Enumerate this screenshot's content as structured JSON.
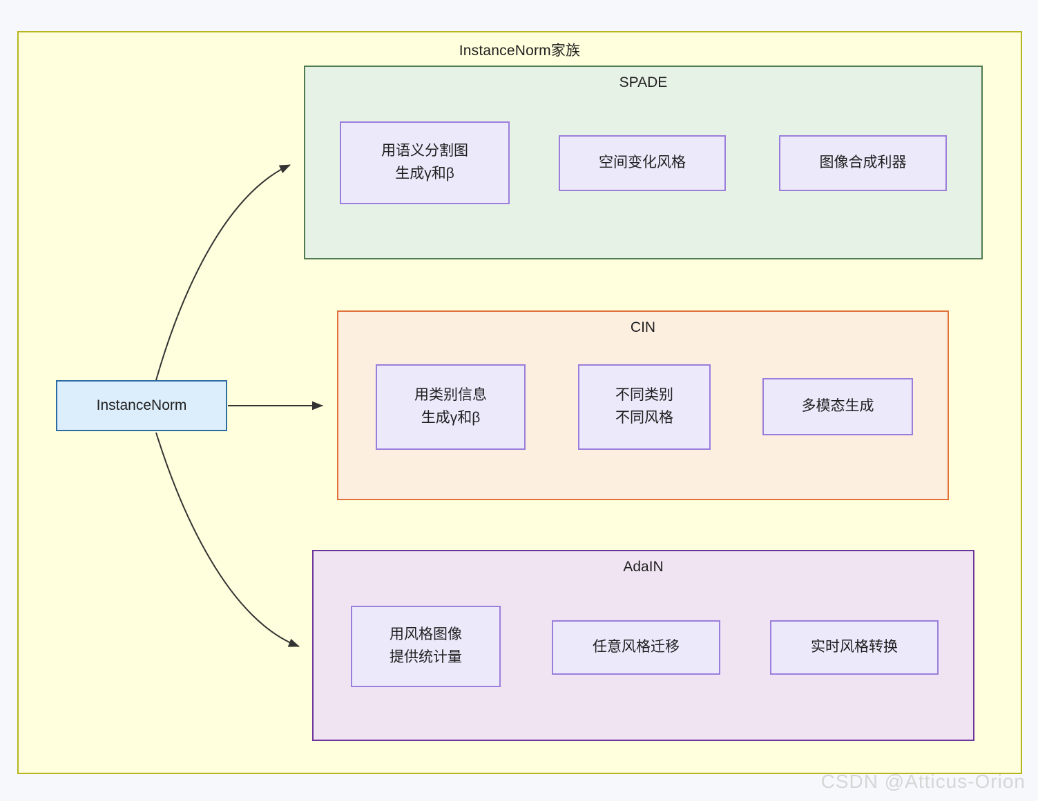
{
  "diagram": {
    "title": "InstanceNorm家族",
    "source_node": {
      "label": "InstanceNorm",
      "fill": "#dcedfb",
      "border": "#2b6ca3"
    },
    "groups": [
      {
        "id": "spade",
        "title": "SPADE",
        "fill": "#e7f2e7",
        "border": "#4e7a4e",
        "cards": [
          {
            "lines": [
              "用语义分割图",
              "生成γ和β"
            ]
          },
          {
            "lines": [
              "空间变化风格"
            ]
          },
          {
            "lines": [
              "图像合成利器"
            ]
          }
        ]
      },
      {
        "id": "cin",
        "title": "CIN",
        "fill": "#fcefe0",
        "border": "#e0713a",
        "cards": [
          {
            "lines": [
              "用类别信息",
              "生成γ和β"
            ]
          },
          {
            "lines": [
              "不同类别",
              "不同风格"
            ]
          },
          {
            "lines": [
              "多模态生成"
            ]
          }
        ]
      },
      {
        "id": "adain",
        "title": "AdaIN",
        "fill": "#f0e4f3",
        "border": "#6b359c",
        "cards": [
          {
            "lines": [
              "用风格图像",
              "提供统计量"
            ]
          },
          {
            "lines": [
              "任意风格迁移"
            ]
          },
          {
            "lines": [
              "实时风格转换"
            ]
          }
        ]
      }
    ],
    "card_style": {
      "fill": "#ece9fb",
      "border": "#9b7ddb"
    },
    "canvas": {
      "fill": "#ffffdd",
      "border": "#b5b51f"
    },
    "page_background": "#f7f8fc",
    "edges": [
      {
        "from": "InstanceNorm",
        "to": "SPADE"
      },
      {
        "from": "InstanceNorm",
        "to": "CIN"
      },
      {
        "from": "InstanceNorm",
        "to": "AdaIN"
      }
    ],
    "edge_color": "#333333"
  },
  "watermark": {
    "text": "CSDN @Atticus-Orion"
  }
}
